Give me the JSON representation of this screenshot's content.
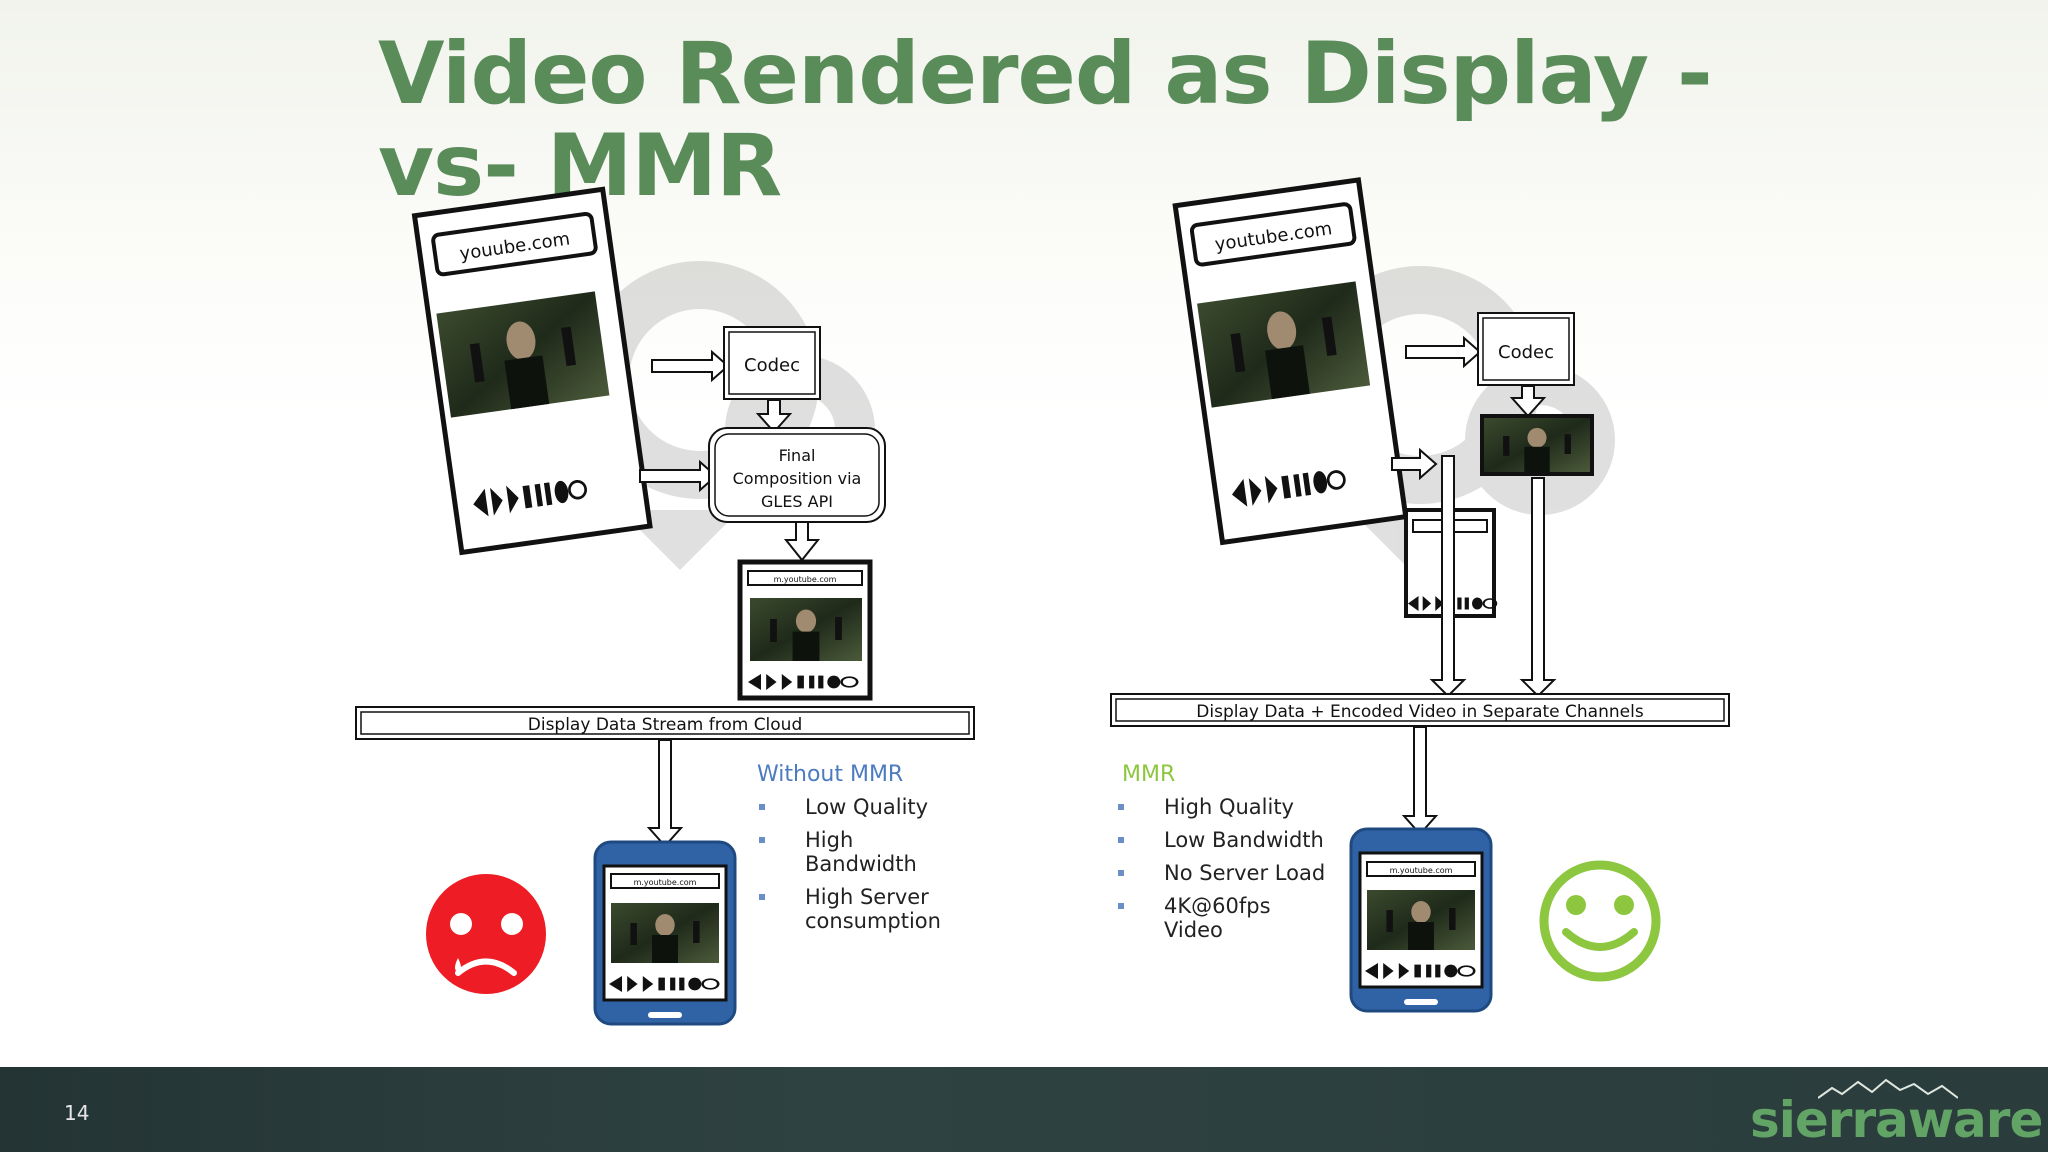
{
  "slide": {
    "title": "Video Rendered as Display -vs- MMR",
    "page_number": "14",
    "brand": "sierraware"
  },
  "left": {
    "browser_url": "youube.com",
    "codec_label": "Codec",
    "composition_lines": [
      "Final",
      "Composition via",
      "GLES API"
    ],
    "mini_url": "m.youtube.com",
    "stream_bar": "Display Data Stream from Cloud",
    "heading": "Without MMR",
    "bullets": [
      "Low Quality",
      "High Bandwidth",
      "High Server consumption"
    ],
    "phone_url": "m.youtube.com",
    "face_icon": "sad-face-icon",
    "face_color": "#ee1c24"
  },
  "right": {
    "browser_url": "youtube.com",
    "codec_label": "Codec",
    "stream_bar": "Display Data + Encoded Video in Separate Channels",
    "heading": "MMR",
    "bullets": [
      "High Quality",
      "Low Bandwidth",
      "No Server Load",
      "4K@60fps Video"
    ],
    "phone_url": "m.youtube.com",
    "face_icon": "happy-face-icon",
    "face_color": "#8dc63f"
  },
  "colors": {
    "title_green": "#5a8c5a",
    "without_blue": "#4c7bbf",
    "mmr_green": "#8dc63f",
    "phone_blue": "#2f63a6"
  }
}
